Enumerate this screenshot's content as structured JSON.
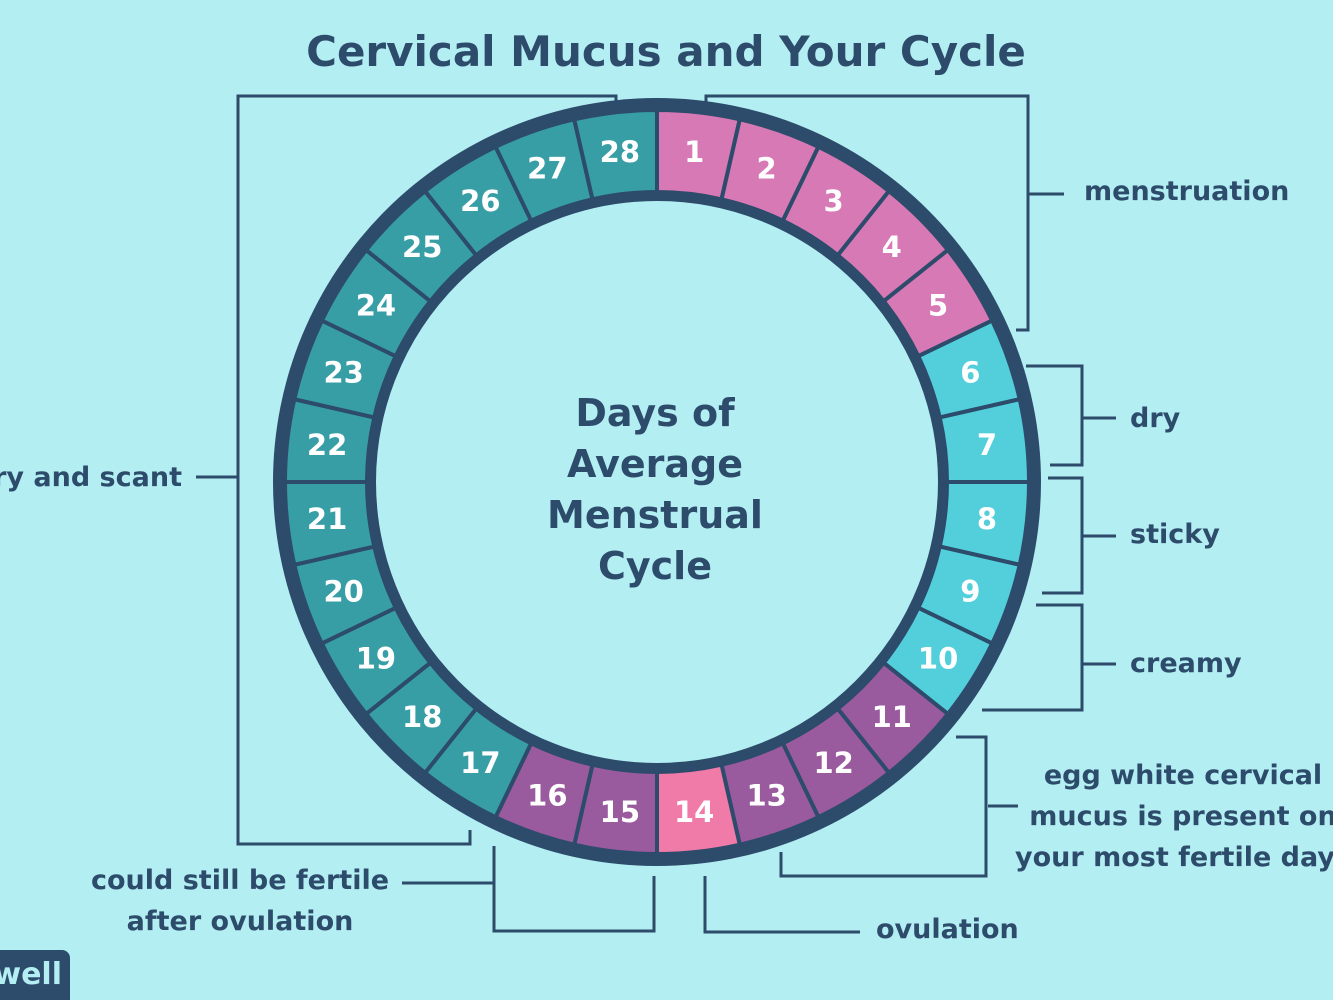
{
  "title": "Cervical Mucus and Your Cycle",
  "center_lines": [
    "Days of",
    "Average",
    "Menstrual",
    "Cycle"
  ],
  "days": [
    {
      "n": "1",
      "phase": "menstruation"
    },
    {
      "n": "2",
      "phase": "menstruation"
    },
    {
      "n": "3",
      "phase": "menstruation"
    },
    {
      "n": "4",
      "phase": "menstruation"
    },
    {
      "n": "5",
      "phase": "menstruation"
    },
    {
      "n": "6",
      "phase": "mucus"
    },
    {
      "n": "7",
      "phase": "mucus"
    },
    {
      "n": "8",
      "phase": "mucus"
    },
    {
      "n": "9",
      "phase": "mucus"
    },
    {
      "n": "10",
      "phase": "mucus"
    },
    {
      "n": "11",
      "phase": "fertile"
    },
    {
      "n": "12",
      "phase": "fertile"
    },
    {
      "n": "13",
      "phase": "fertile"
    },
    {
      "n": "14",
      "phase": "ovulation"
    },
    {
      "n": "15",
      "phase": "fertile"
    },
    {
      "n": "16",
      "phase": "fertile"
    },
    {
      "n": "17",
      "phase": "dry"
    },
    {
      "n": "18",
      "phase": "dry"
    },
    {
      "n": "19",
      "phase": "dry"
    },
    {
      "n": "20",
      "phase": "dry"
    },
    {
      "n": "21",
      "phase": "dry"
    },
    {
      "n": "22",
      "phase": "dry"
    },
    {
      "n": "23",
      "phase": "dry"
    },
    {
      "n": "24",
      "phase": "dry"
    },
    {
      "n": "25",
      "phase": "dry"
    },
    {
      "n": "26",
      "phase": "dry"
    },
    {
      "n": "27",
      "phase": "dry"
    },
    {
      "n": "28",
      "phase": "dry"
    }
  ],
  "phase_colors": {
    "menstruation": "#d779b4",
    "mucus": "#53cfdb",
    "fertile": "#9a5a9e",
    "ovulation": "#f07aa8",
    "dry": "#389ea6"
  },
  "outline_color": "#2d4b6b",
  "labels": {
    "menstruation": "menstruation",
    "dry": "dry",
    "sticky": "sticky",
    "creamy": "creamy",
    "egg_white": [
      "egg white cervical",
      "mucus is present on",
      "your most fertile day"
    ],
    "ovulation": "ovulation",
    "after_ovulation": [
      "could still be fertile",
      "after ovulation"
    ],
    "dry_and_scant": "dry and scant"
  },
  "logo": "well"
}
